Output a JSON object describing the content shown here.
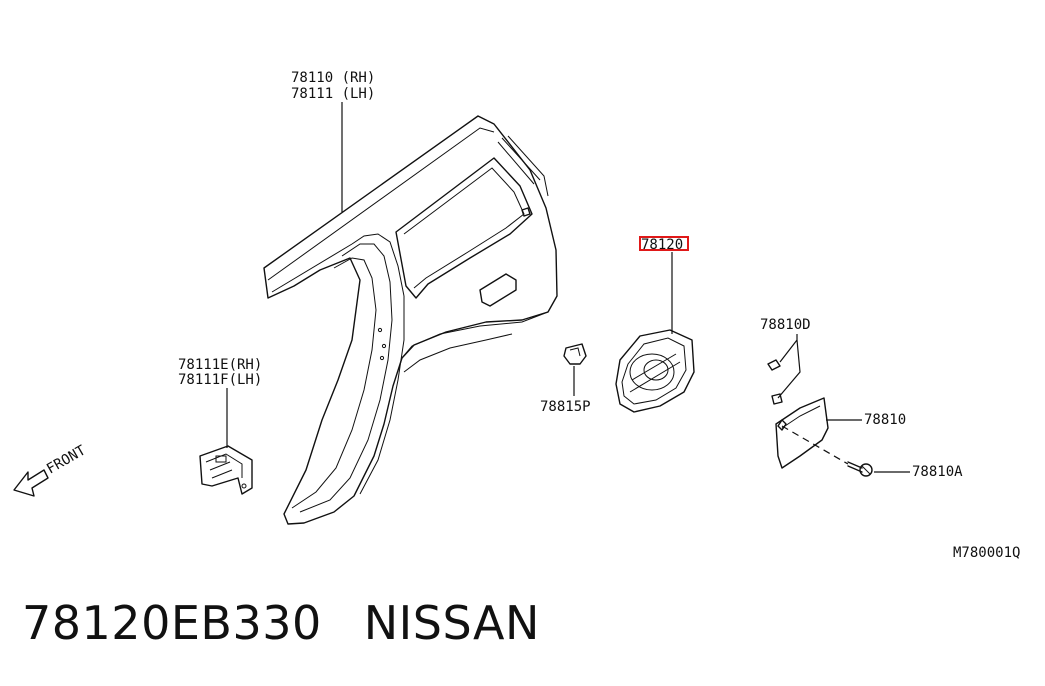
{
  "labels": {
    "panel_rh": "78110 (RH)",
    "panel_lh": "78111 (LH)",
    "bracket_rh": "78111E(RH)",
    "bracket_lh": "78111F(LH)",
    "fuel_base": "78120",
    "clip": "78815P",
    "screw_d": "78810D",
    "lid": "78810",
    "bolt_a": "78810A",
    "front": "FRONT",
    "ref_code": "M780001Q"
  },
  "caption": {
    "part_number": "78120EB330",
    "brand": "NISSAN"
  },
  "colors": {
    "ink": "#111111",
    "highlight": "#e01818"
  }
}
